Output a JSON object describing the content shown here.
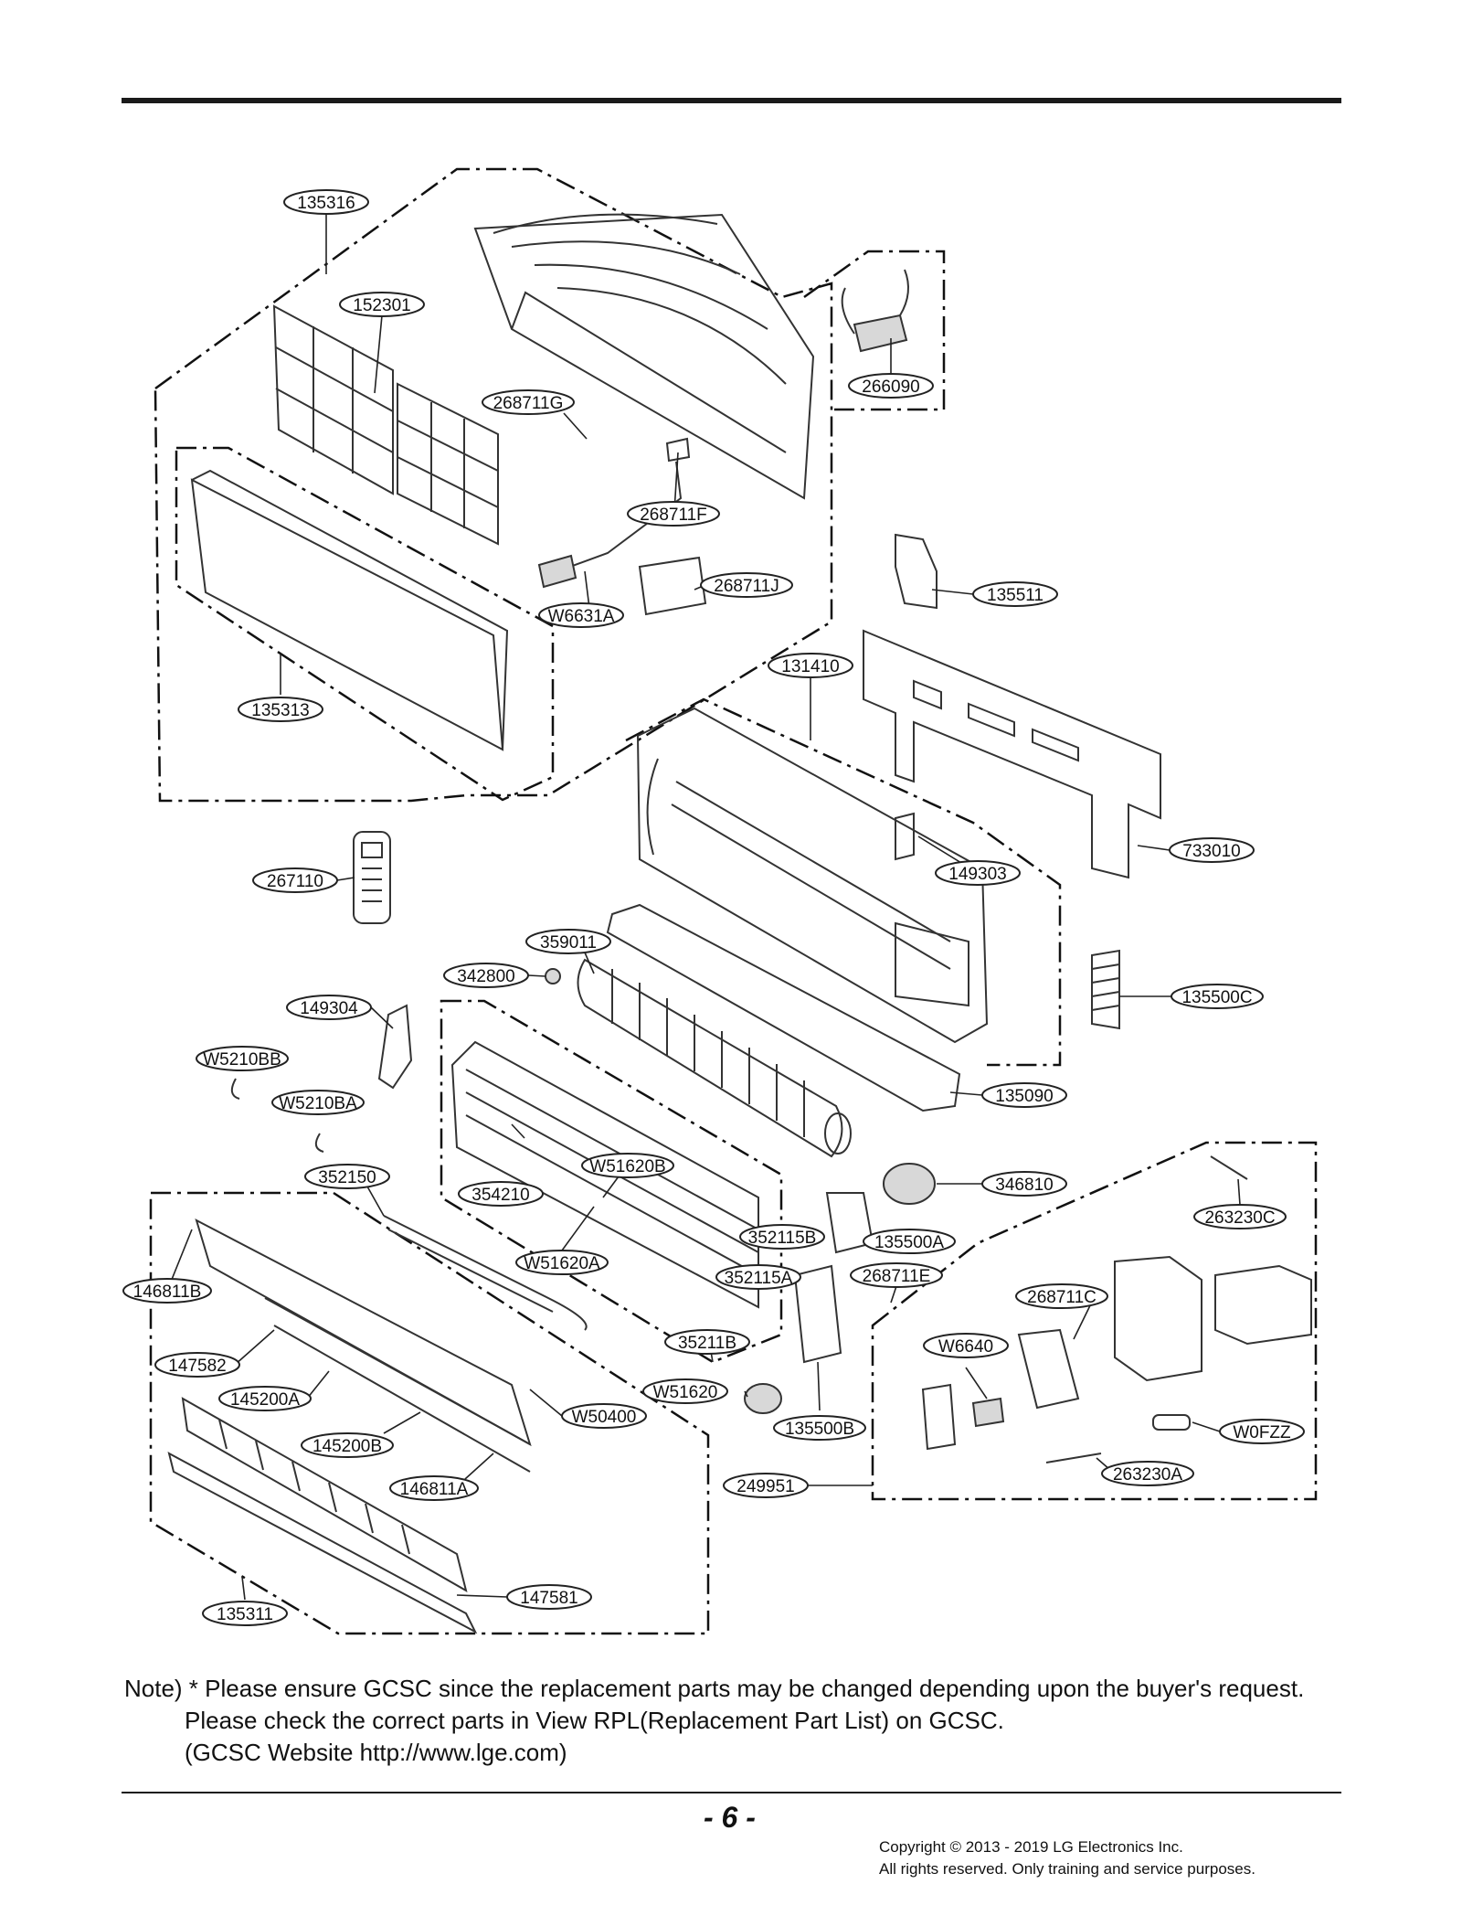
{
  "parts": [
    "135316",
    "152301",
    "268711G",
    "266090",
    "268711F",
    "135511",
    "268711J",
    "W6631A",
    "131410",
    "135313",
    "733010",
    "149303",
    "267110",
    "359011",
    "342800",
    "135500C",
    "149304",
    "W5210BB",
    "W5210BA",
    "135090",
    "W51620B",
    "352150",
    "354210",
    "346810",
    "263230C",
    "352115B",
    "135500A",
    "W51620A",
    "352115A",
    "268711E",
    "268711C",
    "146811B",
    "35211B",
    "W6640",
    "147582",
    "145200A",
    "W50400",
    "W51620",
    "135500B",
    "W0FZZ",
    "145200B",
    "146811A",
    "249951",
    "263230A",
    "147581",
    "135311"
  ],
  "note": {
    "prefix": "Note) * ",
    "line1": "Please ensure GCSC since the replacement parts may be changed depending upon the buyer's request.",
    "line2": "Please check  the correct parts in View RPL(Replacement Part List) on GCSC.",
    "line3": "(GCSC Website  http://www.lge.com)"
  },
  "page_number": "- 6 -",
  "copyright": {
    "line1": "Copyright © 2013 - 2019 LG Electronics Inc.",
    "line2": "All rights reserved. Only training and service purposes."
  }
}
